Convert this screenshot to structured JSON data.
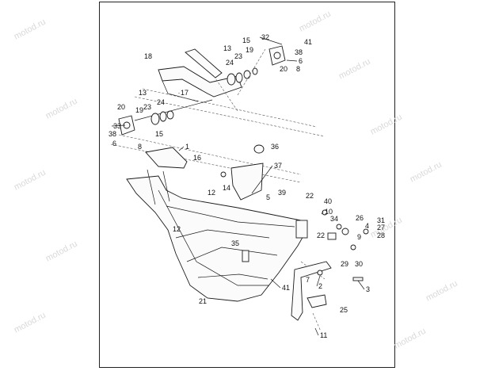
{
  "watermark": "motod.ru",
  "callouts": [
    "1",
    "2",
    "3",
    "4",
    "5",
    "6",
    "6",
    "7",
    "8",
    "8",
    "9",
    "10",
    "11",
    "12",
    "12",
    "13",
    "13",
    "14",
    "15",
    "15",
    "16",
    "17",
    "18",
    "19",
    "19",
    "20",
    "20",
    "21",
    "22",
    "22",
    "23",
    "23",
    "24",
    "24",
    "25",
    "26",
    "27",
    "28",
    "29",
    "30",
    "31",
    "32",
    "33",
    "34",
    "35",
    "36",
    "37",
    "38",
    "38",
    "39",
    "40",
    "41",
    "41"
  ],
  "colors": {
    "ink": "#1a1a1a",
    "watermark": "#d9d9d9"
  }
}
